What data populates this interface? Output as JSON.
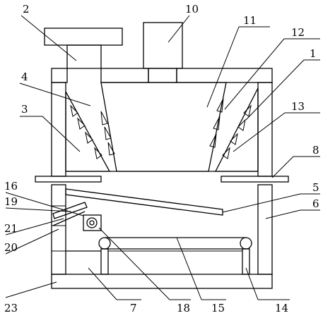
{
  "labels": {
    "l1": "1",
    "l2": "2",
    "l3": "3",
    "l4": "4",
    "l5": "5",
    "l6": "6",
    "l7": "7",
    "l8": "8",
    "l10": "10",
    "l11": "11",
    "l12": "12",
    "l13": "13",
    "l14": "14",
    "l15": "15",
    "l16": "16",
    "l18": "18",
    "l19": "19",
    "l20": "20",
    "l21": "21",
    "l23": "23"
  }
}
